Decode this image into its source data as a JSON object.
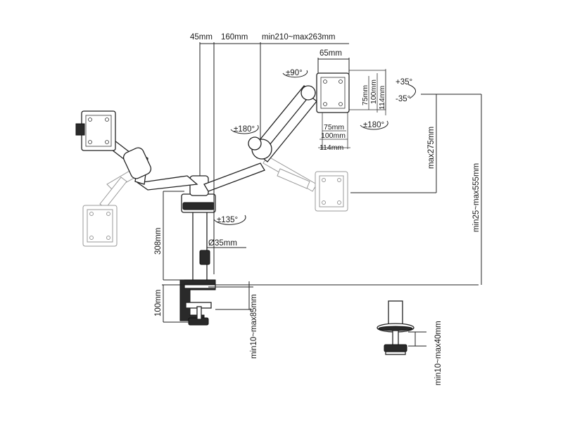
{
  "dimensions": {
    "top_offset": "45mm",
    "top_width": "160mm",
    "top_range": "min210~max263mm",
    "vesa_offset": "65mm",
    "vesa_75": "75mm",
    "vesa_100": "100mm",
    "vesa_114": "114mm",
    "vesa_v75": "75mm",
    "vesa_v100": "100mm",
    "vesa_v114": "114mm",
    "height_max": "max275mm",
    "height_range": "min25~max555mm",
    "pole_height": "308mm",
    "pole_diameter": "Ø35mm",
    "clamp_height": "100mm",
    "clamp_range": "min10~max85mm",
    "grommet_range": "min10~max40mm"
  },
  "rotations": {
    "rotate": "±90°",
    "swivel_arm": "±180°",
    "swivel_head": "±180°",
    "pole_rotate": "±135°",
    "tilt_up": "+35°",
    "tilt_down": "-35°"
  }
}
